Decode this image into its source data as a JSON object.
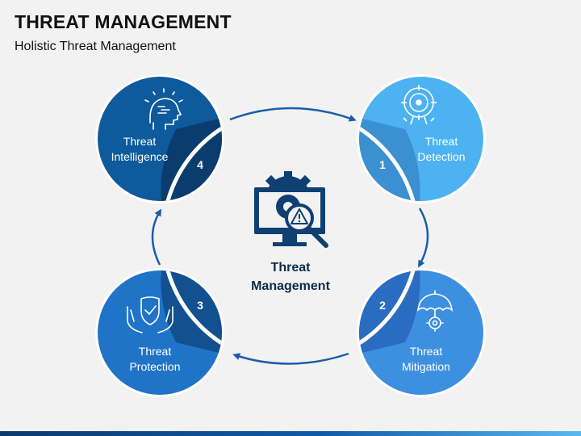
{
  "header": {
    "title": "THREAT MANAGEMENT",
    "subtitle": "Holistic Threat Management"
  },
  "center": {
    "line1": "Threat",
    "line2": "Management",
    "icon": "monitor-gear-warning-magnifier-icon"
  },
  "nodes": [
    {
      "step": "1",
      "line1": "Threat",
      "line2": "Detection",
      "icon": "target-icon",
      "color": "#4db2f2",
      "badge_color": "#3a90d0"
    },
    {
      "step": "2",
      "line1": "Threat",
      "line2": "Mitigation",
      "icon": "umbrella-gear-icon",
      "color": "#3d8fe0",
      "badge_color": "#2a6cc0"
    },
    {
      "step": "3",
      "line1": "Threat",
      "line2": "Protection",
      "icon": "shield-hands-icon",
      "color": "#1f74c8",
      "badge_color": "#12508f"
    },
    {
      "step": "4",
      "line1": "Threat",
      "line2": "Intelligence",
      "icon": "brain-head-icon",
      "color": "#0d5a9c",
      "badge_color": "#0a3d6e"
    }
  ],
  "colors": {
    "arrow": "#1a5ea8",
    "center_icon": "#0f3f73",
    "text_on_dark": "#ffffff"
  }
}
